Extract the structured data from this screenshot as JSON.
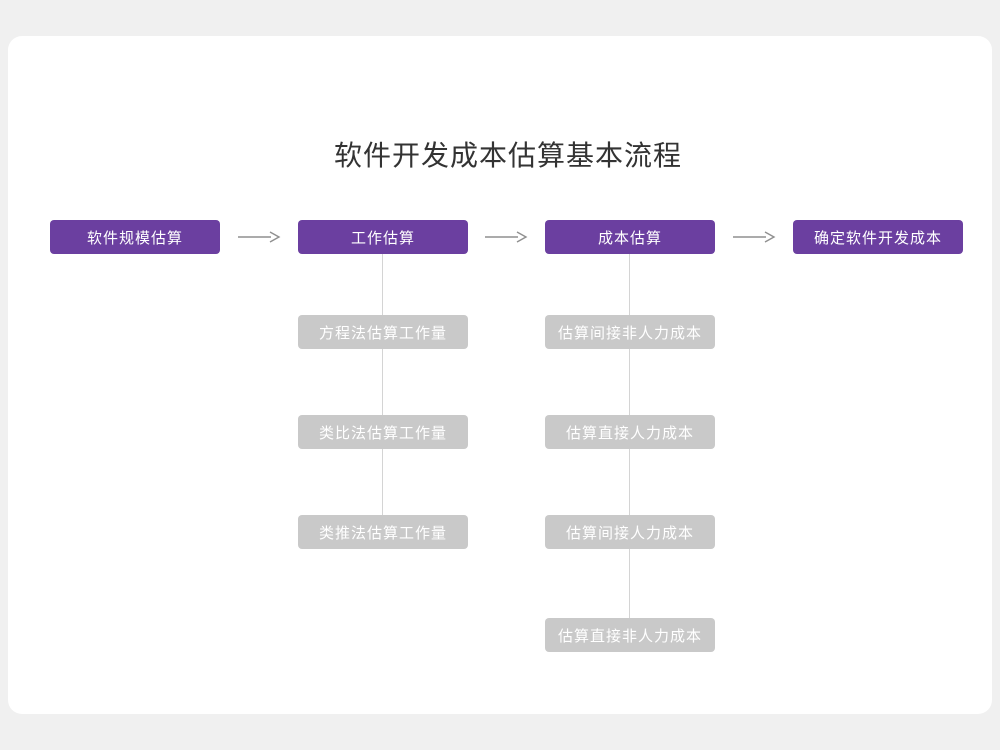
{
  "title": "软件开发成本估算基本流程",
  "colors": {
    "purple": "#6b3fa0",
    "graybox": "#c9c9c9",
    "line": "#d4d4d4",
    "arrow": "#8f8f8f",
    "title": "#333333",
    "page_bg": "#f0f0f0",
    "card_bg": "#ffffff"
  },
  "icons": {
    "flow_arrow": "→"
  },
  "flow": {
    "main": [
      {
        "label": "软件规模估算"
      },
      {
        "label": "工作估算"
      },
      {
        "label": "成本估算"
      },
      {
        "label": "确定软件开发成本"
      }
    ],
    "branches": [
      {
        "parent": "工作估算",
        "items": [
          "方程法估算工作量",
          "类比法估算工作量",
          "类推法估算工作量"
        ]
      },
      {
        "parent": "成本估算",
        "items": [
          "估算间接非人力成本",
          "估算直接人力成本",
          "估算间接人力成本",
          "估算直接非人力成本"
        ]
      }
    ]
  }
}
